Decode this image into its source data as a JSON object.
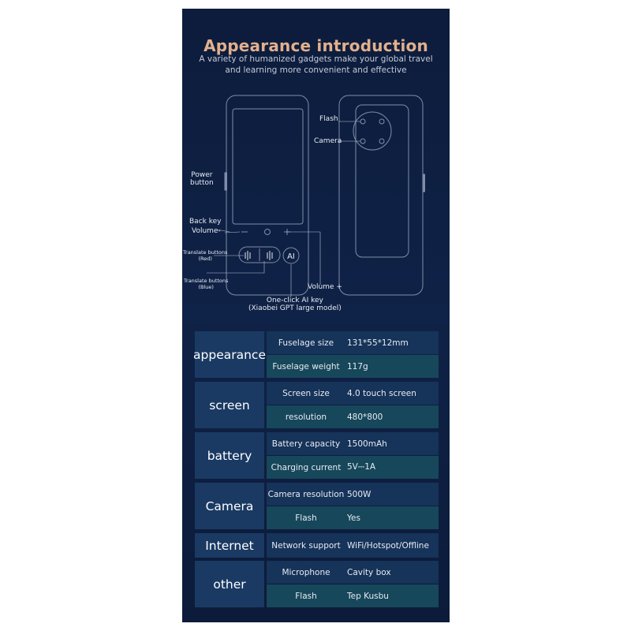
{
  "title": "Appearance introduction",
  "subtitle": [
    "A variety of humanized gadgets make your global travel",
    "and learning more convenient and effective"
  ],
  "callouts": {
    "power": [
      "Power",
      "button"
    ],
    "back_key": "Back key",
    "volume_minus": "Volume-",
    "translate_red": [
      "Translate buttons",
      "(Red)"
    ],
    "translate_blue": [
      "Translate buttons",
      "(Blue)"
    ],
    "volume_plus": "Volume +",
    "ai_key": [
      "One-click AI key",
      "(Xiaobei GPT large model)"
    ],
    "flash": "Flash",
    "camera": "Camera",
    "ai_button": "AI"
  },
  "specs": [
    {
      "category": "appearance",
      "items": [
        {
          "key": "Fuselage size",
          "value": "131*55*12mm"
        },
        {
          "key": "Fuselage weight",
          "value": "117g"
        }
      ]
    },
    {
      "category": "screen",
      "items": [
        {
          "key": "Screen size",
          "value": "4.0 touch screen"
        },
        {
          "key": "resolution",
          "value": "480*800"
        }
      ]
    },
    {
      "category": "battery",
      "items": [
        {
          "key": "Battery capacity",
          "value": "1500mAh"
        },
        {
          "key": "Charging current",
          "value": "5V⎓1A"
        }
      ]
    },
    {
      "category": "Camera",
      "items": [
        {
          "key": "Camera resolution",
          "value": "500W"
        },
        {
          "key": "Flash",
          "value": "Yes"
        }
      ]
    },
    {
      "category": "Internet",
      "items": [
        {
          "key": "Network support",
          "value": "WiFi/Hotspot/Offline"
        }
      ]
    },
    {
      "category": "other",
      "items": [
        {
          "key": "Microphone",
          "value": "Cavity box"
        },
        {
          "key": "Flash",
          "value": "Tep Kusbu"
        }
      ]
    }
  ]
}
